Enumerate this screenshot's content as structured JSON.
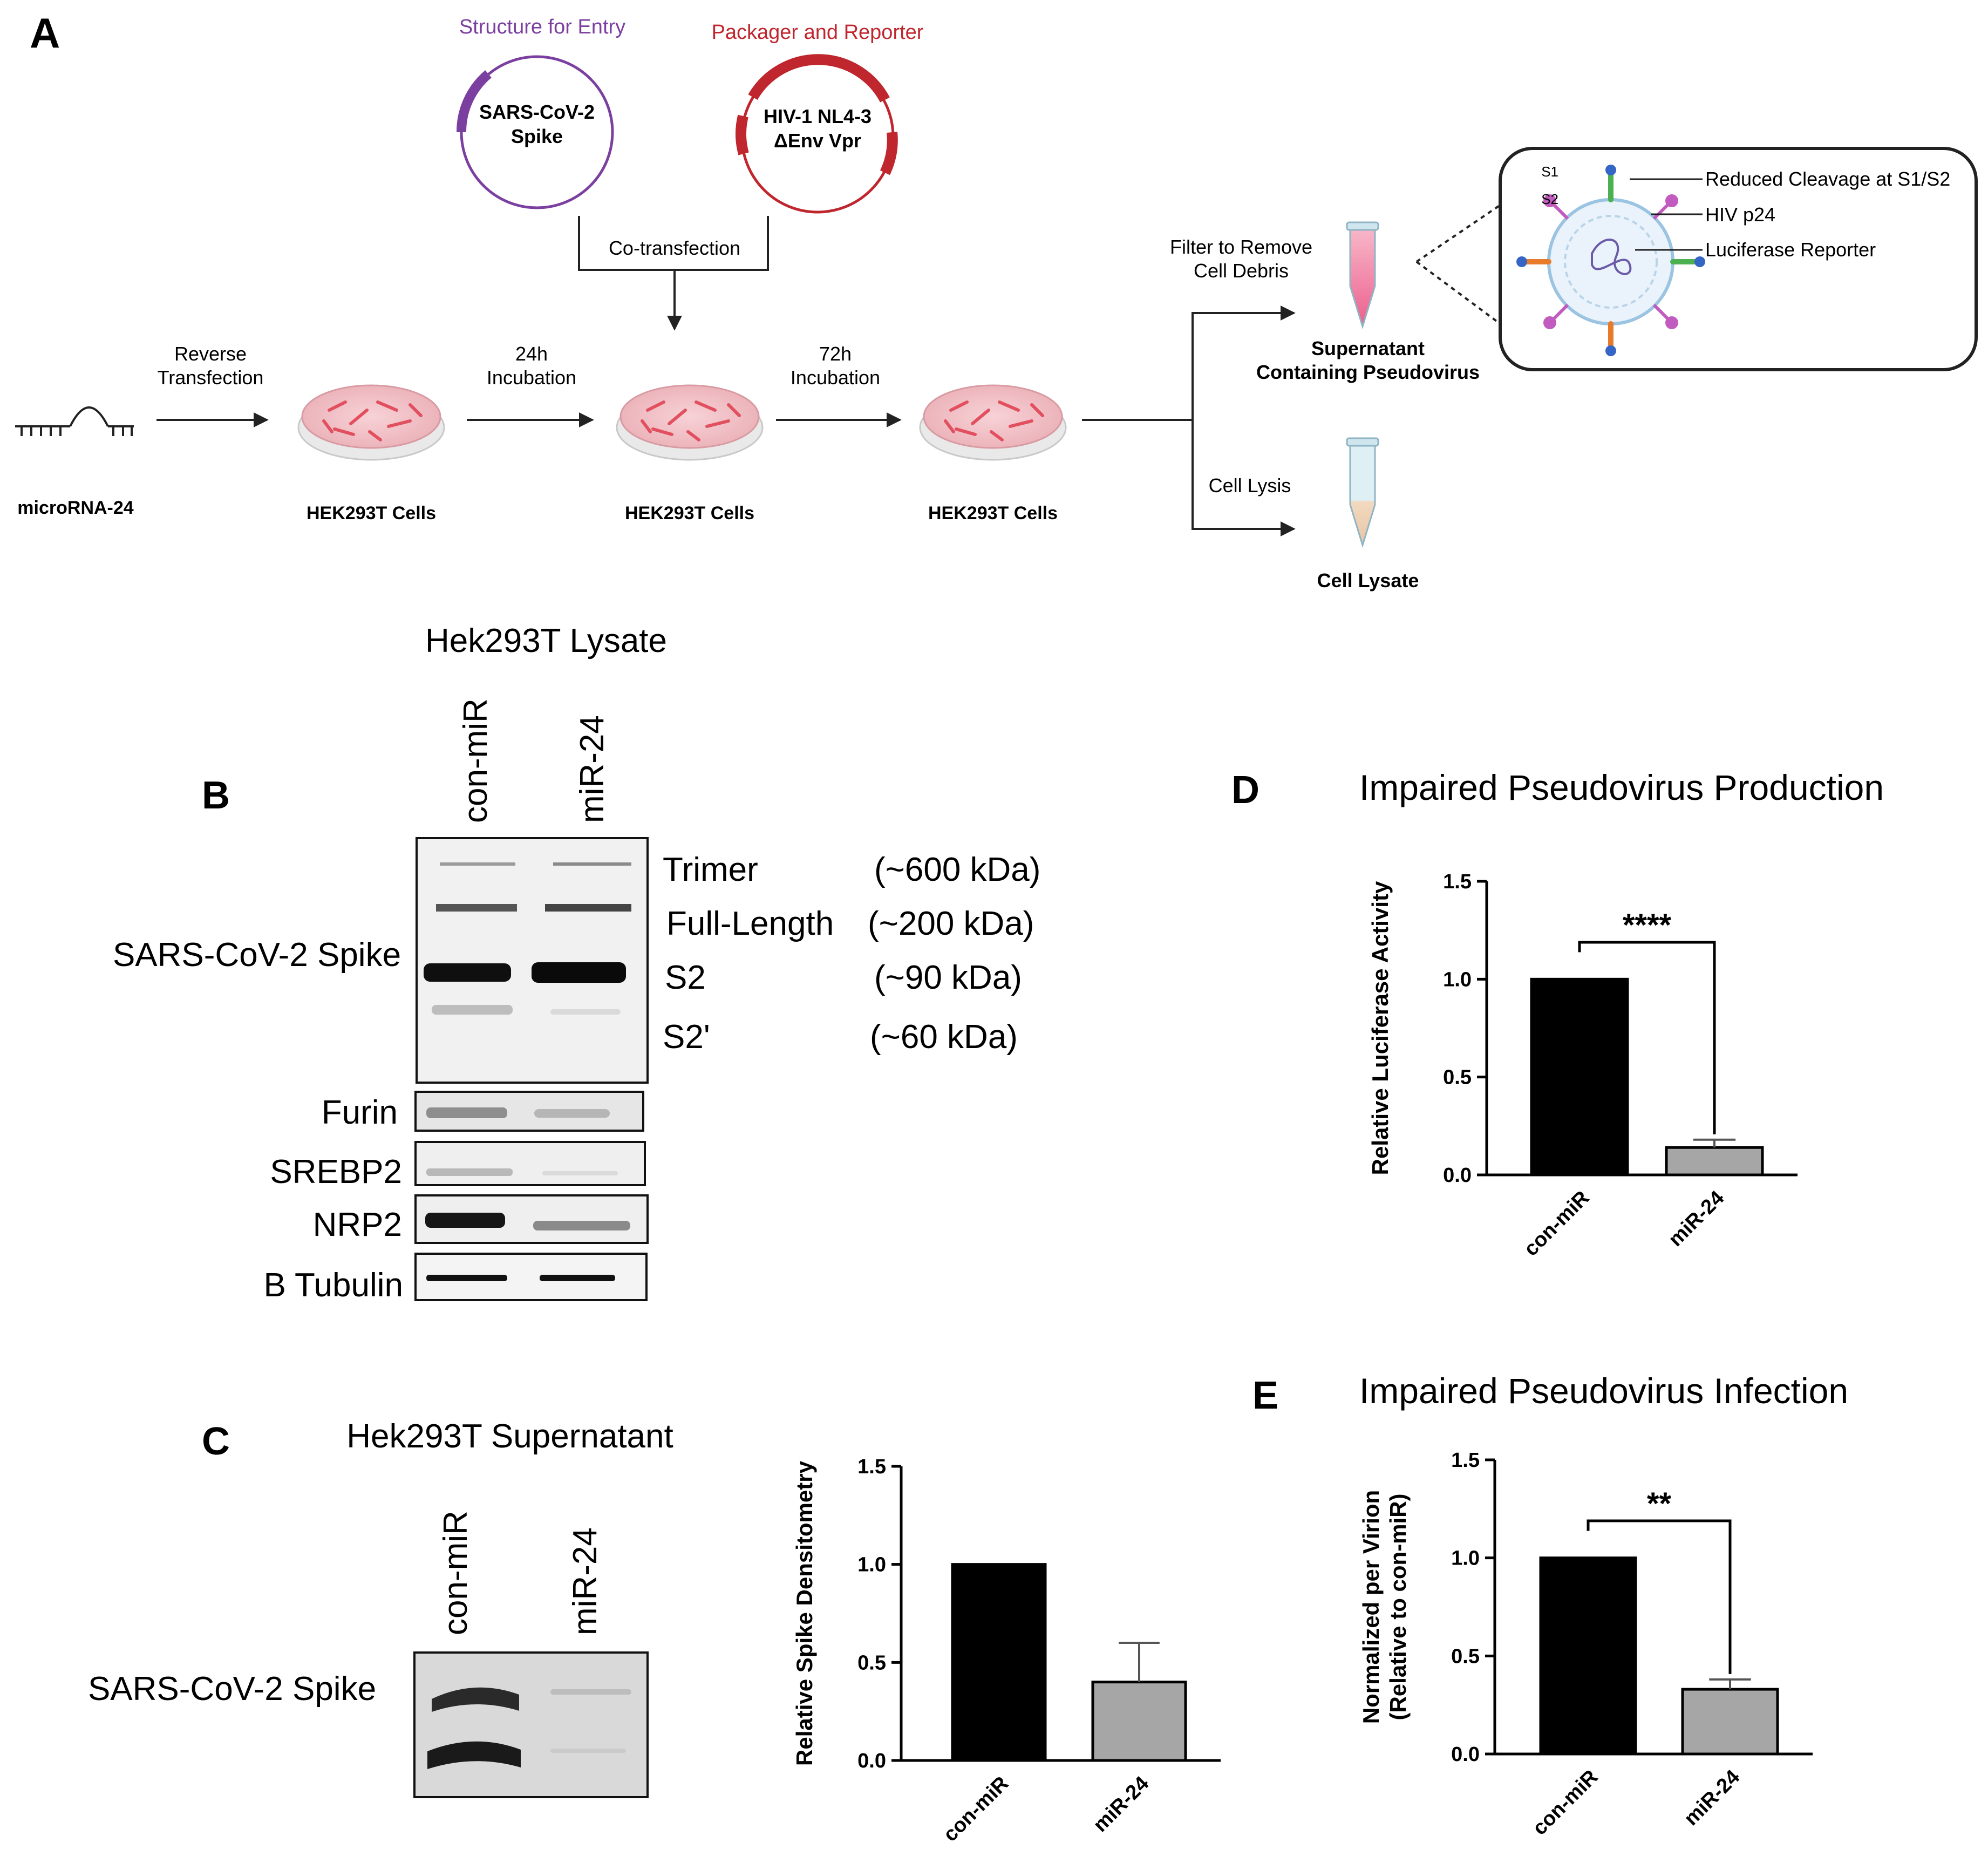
{
  "colors": {
    "purple": "#7b3fa0",
    "red": "#c0262d",
    "pink": "#f2c3c8",
    "black_bar": "#000000",
    "grey_bar": "#a6a6a6"
  },
  "panel_a": {
    "letter": "A",
    "plasmid1": {
      "header": "Structure for Entry",
      "line1": "SARS-CoV-2",
      "line2": "Spike"
    },
    "plasmid2": {
      "header": "Packager and Reporter",
      "line1": "HIV-1 NL4-3",
      "line2": "ΔEnv Vpr"
    },
    "cotransfection": "Co-transfection",
    "mirna_label": "microRNA-24",
    "step1": {
      "line1": "Reverse",
      "line2": "Transfection"
    },
    "step2": {
      "line1": "24h",
      "line2": "Incubation"
    },
    "step3": {
      "line1": "72h",
      "line2": "Incubation"
    },
    "cells1": "HEK293T Cells",
    "cells2": "HEK293T Cells",
    "cells3": "HEK293T Cells",
    "filter": {
      "line1": "Filter to Remove",
      "line2": "Cell Debris"
    },
    "supernatant": {
      "line1": "Supernatant",
      "line2": "Containing Pseudovirus"
    },
    "lysis": "Cell Lysis",
    "lysate": "Cell Lysate",
    "virion": {
      "s1": "S1",
      "s2": "S2",
      "cleavage": "Reduced Cleavage at S1/S2",
      "p24": "HIV p24",
      "luciferase": "Luciferase Reporter"
    }
  },
  "panel_b": {
    "letter": "B",
    "title": "Hek293T Lysate",
    "lane1": "con-miR",
    "lane2": "miR-24",
    "blot_label": "SARS-CoV-2 Spike",
    "bands": [
      {
        "name": "Trimer",
        "size": "(~600 kDa)"
      },
      {
        "name": "Full-Length",
        "size": "(~200 kDa)"
      },
      {
        "name": "S2",
        "size": "(~90 kDa)"
      },
      {
        "name": "S2'",
        "size": "(~60 kDa)"
      }
    ],
    "strips": [
      "Furin",
      "SREBP2",
      "NRP2",
      "B Tubulin"
    ]
  },
  "panel_c": {
    "letter": "C",
    "title": "Hek293T Supernatant",
    "lane1": "con-miR",
    "lane2": "miR-24",
    "blot_label": "SARS-CoV-2 Spike"
  },
  "chart_data": [
    {
      "panel": "C",
      "type": "bar",
      "title": "",
      "ylabel": "Relative Spike Densitometry",
      "categories": [
        "con-miR",
        "miR-24"
      ],
      "values": [
        1.0,
        0.4
      ],
      "errors": [
        0,
        0.2
      ],
      "colors": [
        "#000000",
        "#a6a6a6"
      ],
      "ylim": [
        0,
        1.5
      ],
      "yticks": [
        "0.0",
        "0.5",
        "1.0",
        "1.5"
      ],
      "significance": ""
    },
    {
      "panel": "D",
      "type": "bar",
      "title": "Impaired Pseudovirus Production",
      "ylabel": "Relative Luciferase Activity",
      "categories": [
        "con-miR",
        "miR-24"
      ],
      "values": [
        1.0,
        0.14
      ],
      "errors": [
        0,
        0.04
      ],
      "colors": [
        "#000000",
        "#a6a6a6"
      ],
      "ylim": [
        0,
        1.5
      ],
      "yticks": [
        "0.0",
        "0.5",
        "1.0",
        "1.5"
      ],
      "significance": "****"
    },
    {
      "panel": "E",
      "type": "bar",
      "title": "Impaired Pseudovirus Infection",
      "ylabel_line1": "Normalized per Virion",
      "ylabel_line2": "(Relative to con-miR)",
      "categories": [
        "con-miR",
        "miR-24"
      ],
      "values": [
        1.0,
        0.33
      ],
      "errors": [
        0,
        0.05
      ],
      "colors": [
        "#000000",
        "#a6a6a6"
      ],
      "ylim": [
        0,
        1.5
      ],
      "yticks": [
        "0.0",
        "0.5",
        "1.0",
        "1.5"
      ],
      "significance": "**"
    }
  ],
  "panel_d": {
    "letter": "D"
  },
  "panel_e": {
    "letter": "E"
  }
}
